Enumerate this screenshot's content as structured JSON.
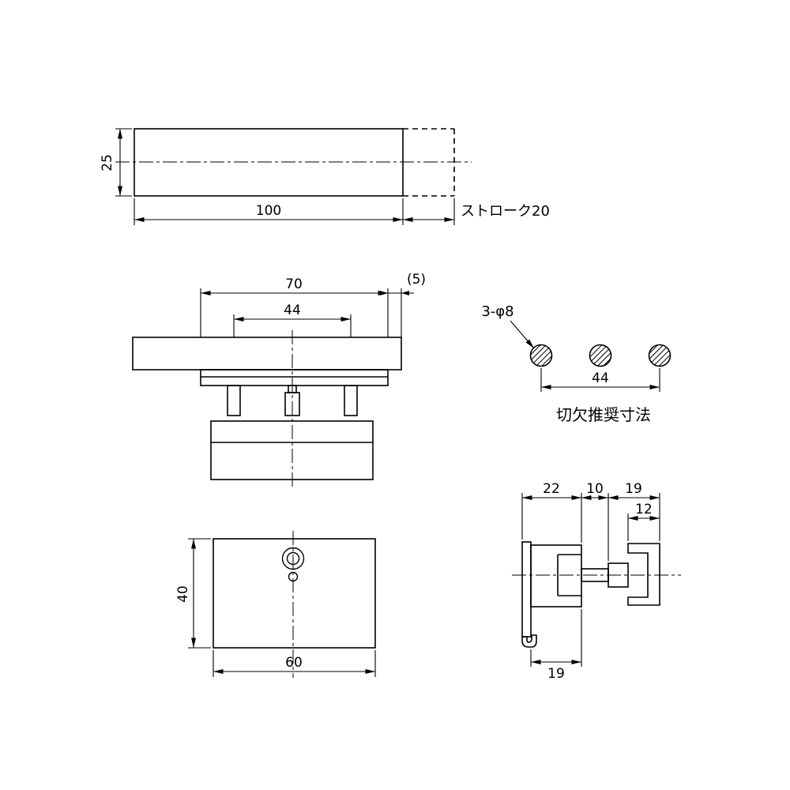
{
  "colors": {
    "line": "#000000",
    "background": "#ffffff"
  },
  "top_view": {
    "height": "25",
    "width": "100",
    "stroke": "ストローク20"
  },
  "front_view": {
    "outer": "70",
    "pins": "44",
    "offset": "(5)"
  },
  "cutout": {
    "holes": "3-φ8",
    "pitch": "44",
    "caption": "切欠推奨寸法"
  },
  "plan_view": {
    "height": "40",
    "width": "60"
  },
  "side_view": {
    "d22": "22",
    "d10": "10",
    "d19_top": "19",
    "d12": "12",
    "d19_bottom": "19"
  }
}
